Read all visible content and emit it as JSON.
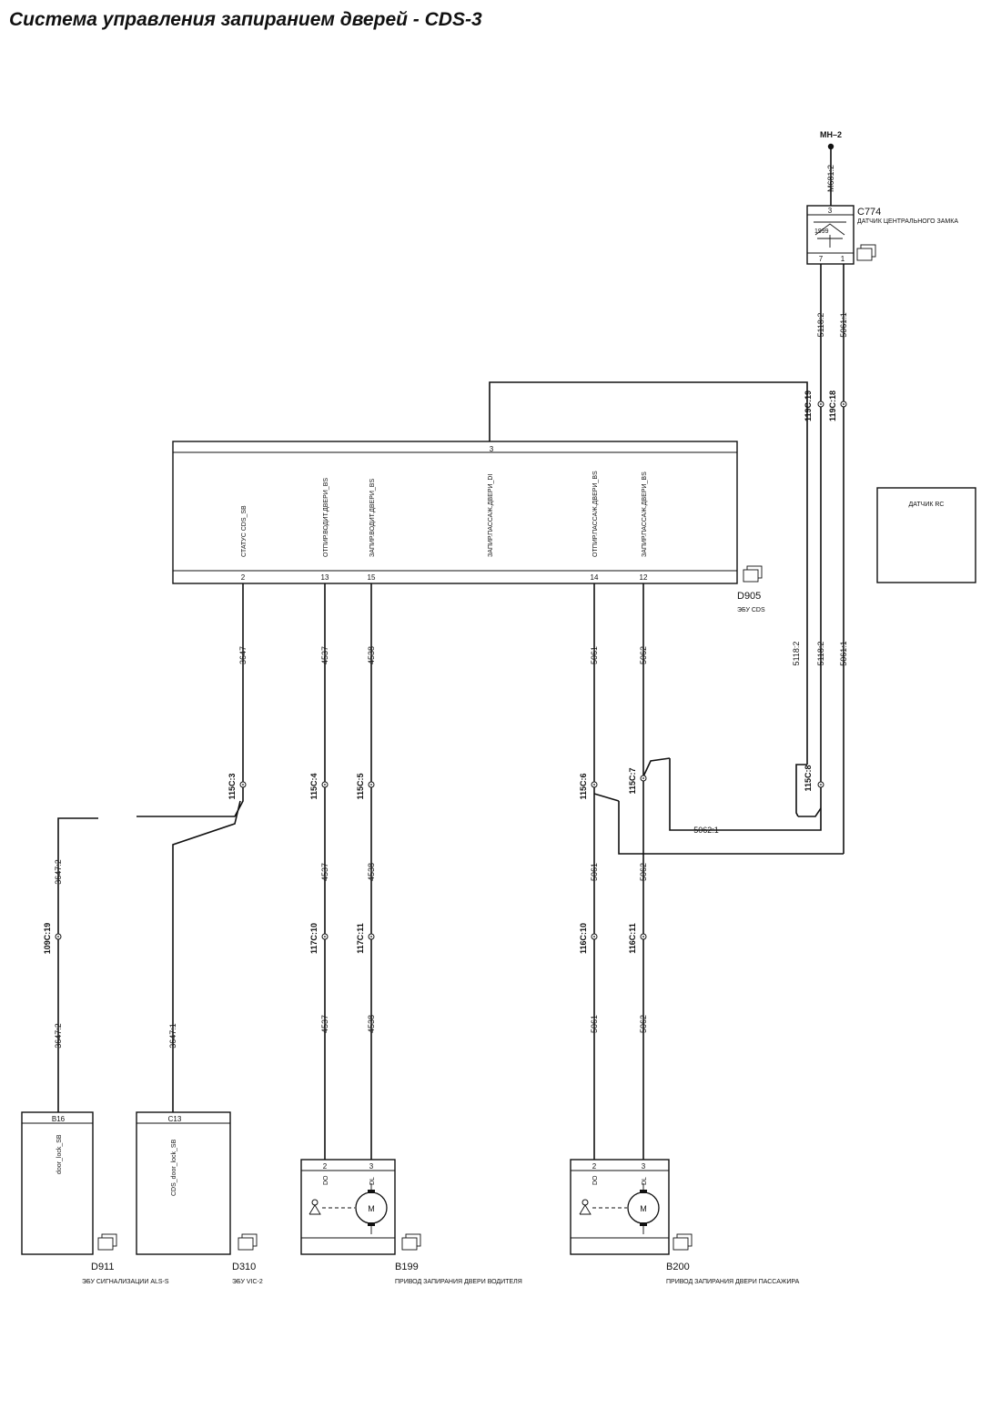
{
  "title": "Система управления запиранием дверей - CDS-3",
  "ground": "MH–2",
  "cds_ecu": {
    "ref": "D905",
    "caption": "ЭБУ CDS",
    "top_pin": "3",
    "signals": [
      "СТАТУС CDS_SB",
      "ОТПИР.ВОДИТ.ДВЕРИ_BS",
      "ЗАПИР.ВОДИТ.ДВЕРИ_BS",
      "ЗАПИР.ПАССАЖ.ДВЕРИ_DI",
      "ОТПИР.ПАССАЖ.ДВЕРИ_BS",
      "ЗАПИР.ПАССАЖ.ДВЕРИ_BS"
    ],
    "pins": [
      "2",
      "13",
      "15",
      "14",
      "12"
    ]
  },
  "sensor": {
    "ref": "C774",
    "caption": "ДАТЧИК ЦЕНТРАЛЬНОГО ЗАМКА",
    "pin_top": "3",
    "pin_left": "7",
    "pin_right": "1",
    "inner_label": "1999"
  },
  "rc_sensor": {
    "label": "ДАТЧИК RC"
  },
  "wires": {
    "m681_2": "M681:2",
    "w5118_2": "5118:2",
    "w5061_1": "5061:1",
    "w3647": "3647",
    "w4537": "4537",
    "w4538": "4538",
    "w5061": "5061",
    "w5062": "5062",
    "w3647_2": "3647:2",
    "w3647_1": "3647:1",
    "w5062_1": "5062:1"
  },
  "connectors": {
    "c119_19": "119C:19",
    "c119_18": "119C:18",
    "c115_3": "115C:3",
    "c115_4": "115C:4",
    "c115_5": "115C:5",
    "c115_6": "115C:6",
    "c115_7": "115C:7",
    "c115_8": "115C:8",
    "c109_19": "109C:19",
    "c117_10": "117C:10",
    "c117_11": "117C:11",
    "c116_10": "116C:10",
    "c116_11": "116C:11"
  },
  "d911": {
    "ref": "D911",
    "caption": "ЭБУ СИГНАЛИЗАЦИИ ALS-S",
    "pin": "B16",
    "signal": "door_lock_SB"
  },
  "d310": {
    "ref": "D310",
    "caption": "ЭБУ VIC-2",
    "pin": "C13",
    "signal": "CDS_door_lock_SB"
  },
  "b199": {
    "ref": "B199",
    "caption": "ПРИВОД ЗАПИРАНИЯ ДВЕРИ ВОДИТЕЛЯ",
    "pin_a": "2",
    "pin_b": "3",
    "sig_a": "DO",
    "sig_b": "DL",
    "motor": "M"
  },
  "b200": {
    "ref": "B200",
    "caption": "ПРИВОД ЗАПИРАНИЯ ДВЕРИ ПАССАЖИРА",
    "pin_a": "2",
    "pin_b": "3",
    "sig_a": "DO",
    "sig_b": "DL",
    "motor": "M"
  }
}
